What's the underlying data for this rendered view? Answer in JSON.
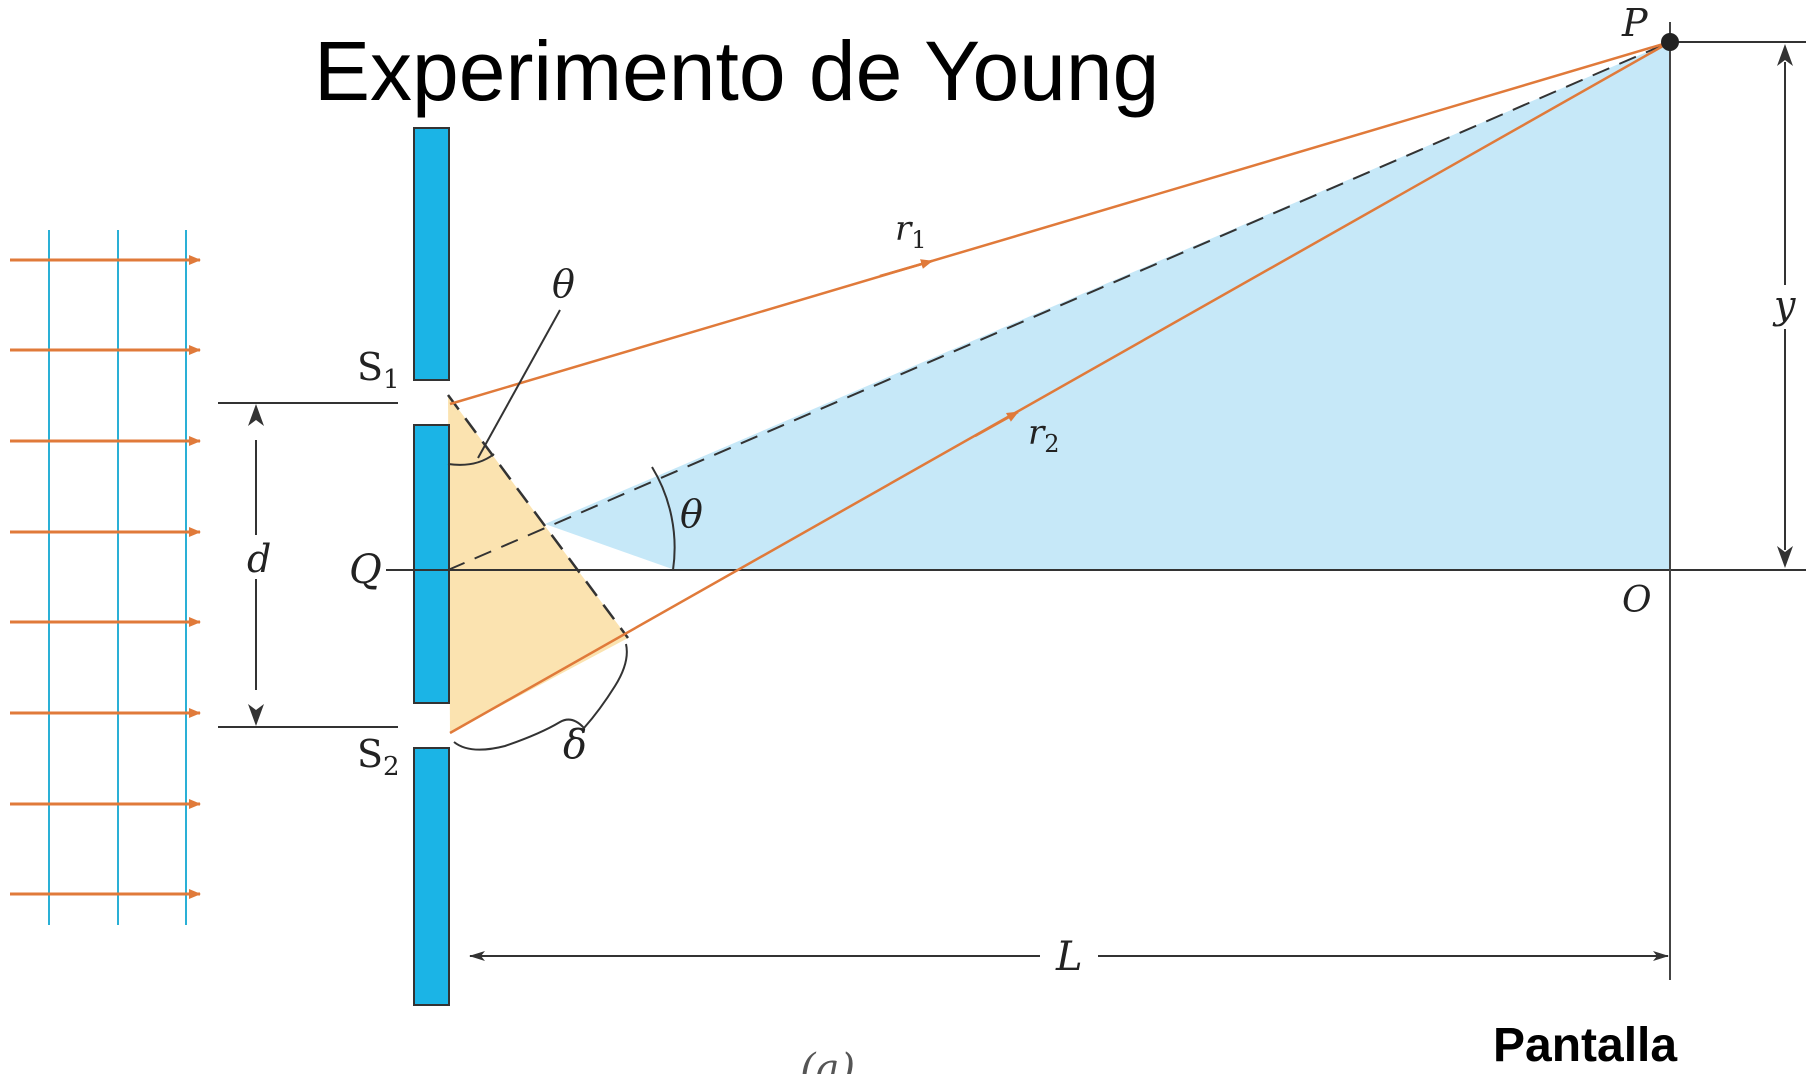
{
  "title": "Experimento de Young",
  "screen_label": "Pantalla",
  "labels": {
    "S1_main": "S",
    "S1_sub": "1",
    "S2_main": "S",
    "S2_sub": "2",
    "d": "d",
    "Q": "Q",
    "theta_top": "θ",
    "theta_mid": "θ",
    "delta": "δ",
    "r1_main": "r",
    "r1_sub": "1",
    "r2_main": "r",
    "r2_sub": "2",
    "P": "P",
    "O": "O",
    "y": "y",
    "L": "L",
    "caption": "(a)"
  },
  "colors": {
    "ray": "#e07a3a",
    "wavefront": "#2ab0d6",
    "barrier": "#1bb4e6",
    "triangle_blue": "#c6e8f8",
    "triangle_yellow": "#fbe3b0",
    "line": "#333333"
  }
}
